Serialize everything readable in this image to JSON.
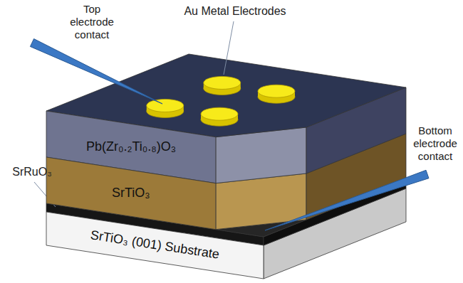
{
  "diagram": {
    "nodes": [
      {
        "text": [
          "Pb(Zr₀.₂Ti₀.₈)O₃"
        ]
      },
      {
        "text": [
          "SrTiO₃"
        ]
      },
      {
        "text": [
          "SrTiO₃ (001) Substrate"
        ]
      }
    ],
    "labels": [
      "Top electrode contact",
      "Au Metal Electrodes",
      "Bottom electrode contact",
      "SrRuO₃"
    ]
  }
}
